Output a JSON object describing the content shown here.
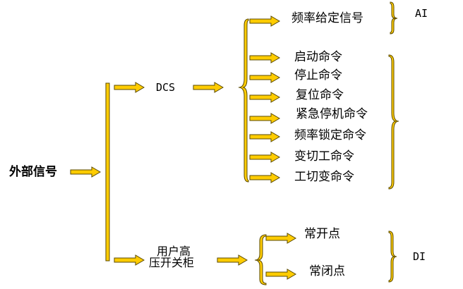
{
  "diagram": {
    "colors": {
      "fill": "#FFCC00",
      "stroke": "#5a4a00"
    },
    "root": {
      "label": "外部信号"
    },
    "branches": [
      {
        "id": "dcs",
        "label": "DCS"
      },
      {
        "id": "switchgear",
        "label_line1": "用户高",
        "label_line2": "压开关柜"
      }
    ],
    "dcs_signals": [
      "频率给定信号",
      "启动命令",
      "停止命令",
      "复位命令",
      "紧急停机命令",
      "频率锁定命令",
      "变切工命令",
      "工切变命令"
    ],
    "switchgear_signals": [
      "常开点",
      "常闭点"
    ],
    "groups": {
      "ai": "AI",
      "di": "DI"
    }
  }
}
